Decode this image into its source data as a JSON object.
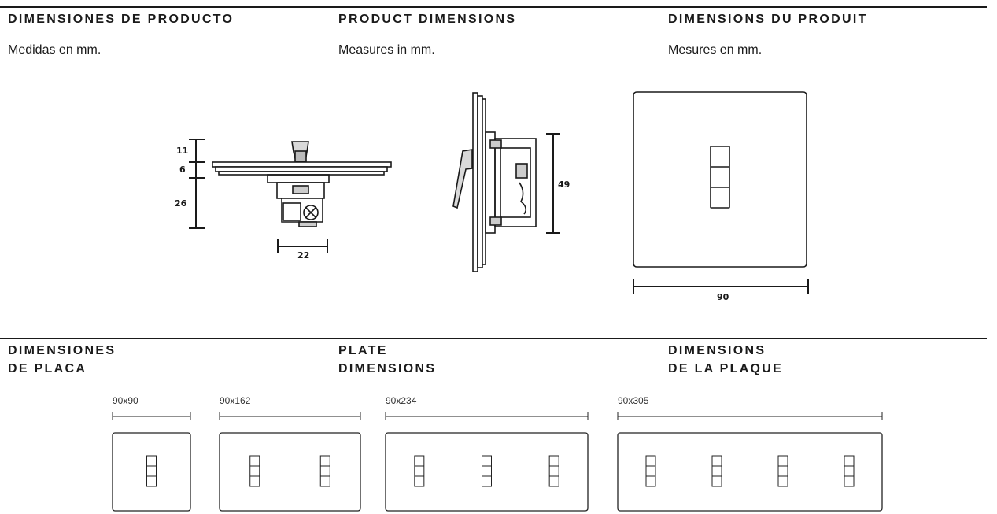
{
  "product_section": {
    "columns": [
      {
        "heading": "DIMENSIONES DE PRODUCTO",
        "subtitle": "Medidas en mm."
      },
      {
        "heading": "PRODUCT DIMENSIONS",
        "subtitle": "Measures in mm."
      },
      {
        "heading": "DIMENSIONS DU PRODUIT",
        "subtitle": "Mesures en mm."
      }
    ],
    "dimension_labels": {
      "top_height": "11",
      "plate_thickness": "6",
      "depth": "26",
      "base_width": "22",
      "side_height": "49",
      "front_width": "90"
    }
  },
  "plate_section": {
    "columns": [
      {
        "heading_line1": "DIMENSIONES",
        "heading_line2": "DE PLACA"
      },
      {
        "heading_line1": "PLATE",
        "heading_line2": "DIMENSIONS"
      },
      {
        "heading_line1": "DIMENSIONS",
        "heading_line2": "DE LA PLAQUE"
      }
    ],
    "plates": [
      {
        "label": "90x90",
        "switch_count": 1
      },
      {
        "label": "90x162",
        "switch_count": 2
      },
      {
        "label": "90x234",
        "switch_count": 3
      },
      {
        "label": "90x305",
        "switch_count": 4
      }
    ]
  }
}
